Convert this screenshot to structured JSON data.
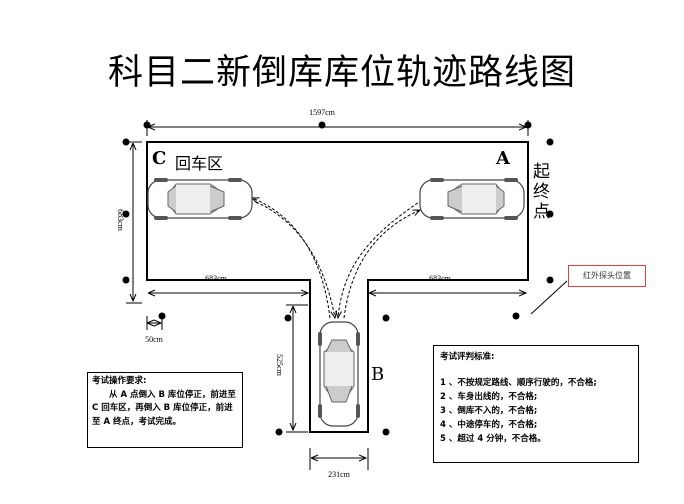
{
  "title": "科目二新倒库库位轨迹路线图",
  "dimensions": {
    "top_width": "1597cm",
    "left_height": "683cm",
    "left_inner": "683cm",
    "right_inner": "683cm",
    "gap": "50cm",
    "garage_depth": "525cm",
    "garage_width": "231cm"
  },
  "zones": {
    "c_letter": "C",
    "c_label": "回车区",
    "a_letter": "A",
    "start_end": "起终点",
    "b_letter": "B"
  },
  "callout": "红外探头位置",
  "operation": {
    "heading": "考试操作要求:",
    "body": "从 A 点倒入 B 库位停正，前进至 C 回车区，再倒入 B 库位停正，前进至 A 终点，考试完成。"
  },
  "criteria": {
    "heading": "考试评判标准:",
    "items": [
      "1 、不按规定路线、顺序行驶的，不合格;",
      "2 、车身出线的，不合格;",
      "3 、倒库不入的，不合格;",
      "4 、中途停车的，不合格;",
      "5 、超过 4 分钟，不合格。"
    ]
  }
}
